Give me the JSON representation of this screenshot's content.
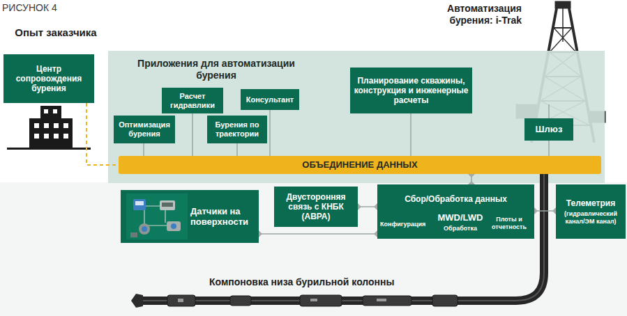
{
  "diagram": {
    "nodes": [
      {
        "text": [
          "Центр сопровождения бурения"
        ]
      },
      {
        "text": [
          "Приложения для автоматизации бурения"
        ]
      },
      {
        "text": [
          "Оптимизация бурения"
        ],
        "in": 1
      },
      {
        "text": [
          "Расчет гидравлики"
        ],
        "in": 1
      },
      {
        "text": [
          "Бурения по траектории"
        ],
        "in": 1
      },
      {
        "text": [
          "Консультант"
        ],
        "in": 1
      },
      {
        "text": [
          "Планирование скважины, конструкция и инженерные расчеты"
        ],
        "in": 1
      },
      {
        "text": [
          "Шлюз"
        ],
        "in": 1
      },
      {
        "text": [
          "ОБЪЕДИНЕНИЕ ДАННЫХ"
        ],
        "in": 1
      },
      {
        "text": [
          "Датчики на поверхности"
        ]
      },
      {
        "text": [
          "Двусторонняя связь с КНБК (АВРА)"
        ]
      },
      {
        "text": [
          "Сбор/Обработка данных",
          "Конфигурация",
          "MWD/LWD",
          "Обработка",
          "Плоты и отчетность"
        ]
      },
      {
        "text": [
          "Телеметрия",
          "(гидравлический канал/ЭМ канал)"
        ]
      }
    ],
    "edges": [
      {
        "from": 0,
        "to": 8,
        "arrow": "none"
      },
      {
        "from": 2,
        "to": 8,
        "arrow": "none"
      },
      {
        "from": 3,
        "to": 8,
        "arrow": "none"
      },
      {
        "from": 4,
        "to": 8,
        "arrow": "none"
      },
      {
        "from": 5,
        "to": 8,
        "arrow": "none"
      },
      {
        "from": 6,
        "to": 8,
        "arrow": "none"
      },
      {
        "from": 7,
        "to": 8,
        "arrow": "none"
      },
      {
        "from": 8,
        "to": 11,
        "arrow": "none"
      },
      {
        "from": 9,
        "to": 11,
        "arrow": "none"
      },
      {
        "from": 10,
        "to": 11,
        "arrow": "none"
      },
      {
        "from": 11,
        "to": 12,
        "arrow": "none"
      }
    ],
    "labels": [
      "РИСУНОК 4",
      "Опыт заказчика",
      "Автоматизация бурения: i-Trak",
      "Компоновка низа бурильной колонны"
    ]
  }
}
